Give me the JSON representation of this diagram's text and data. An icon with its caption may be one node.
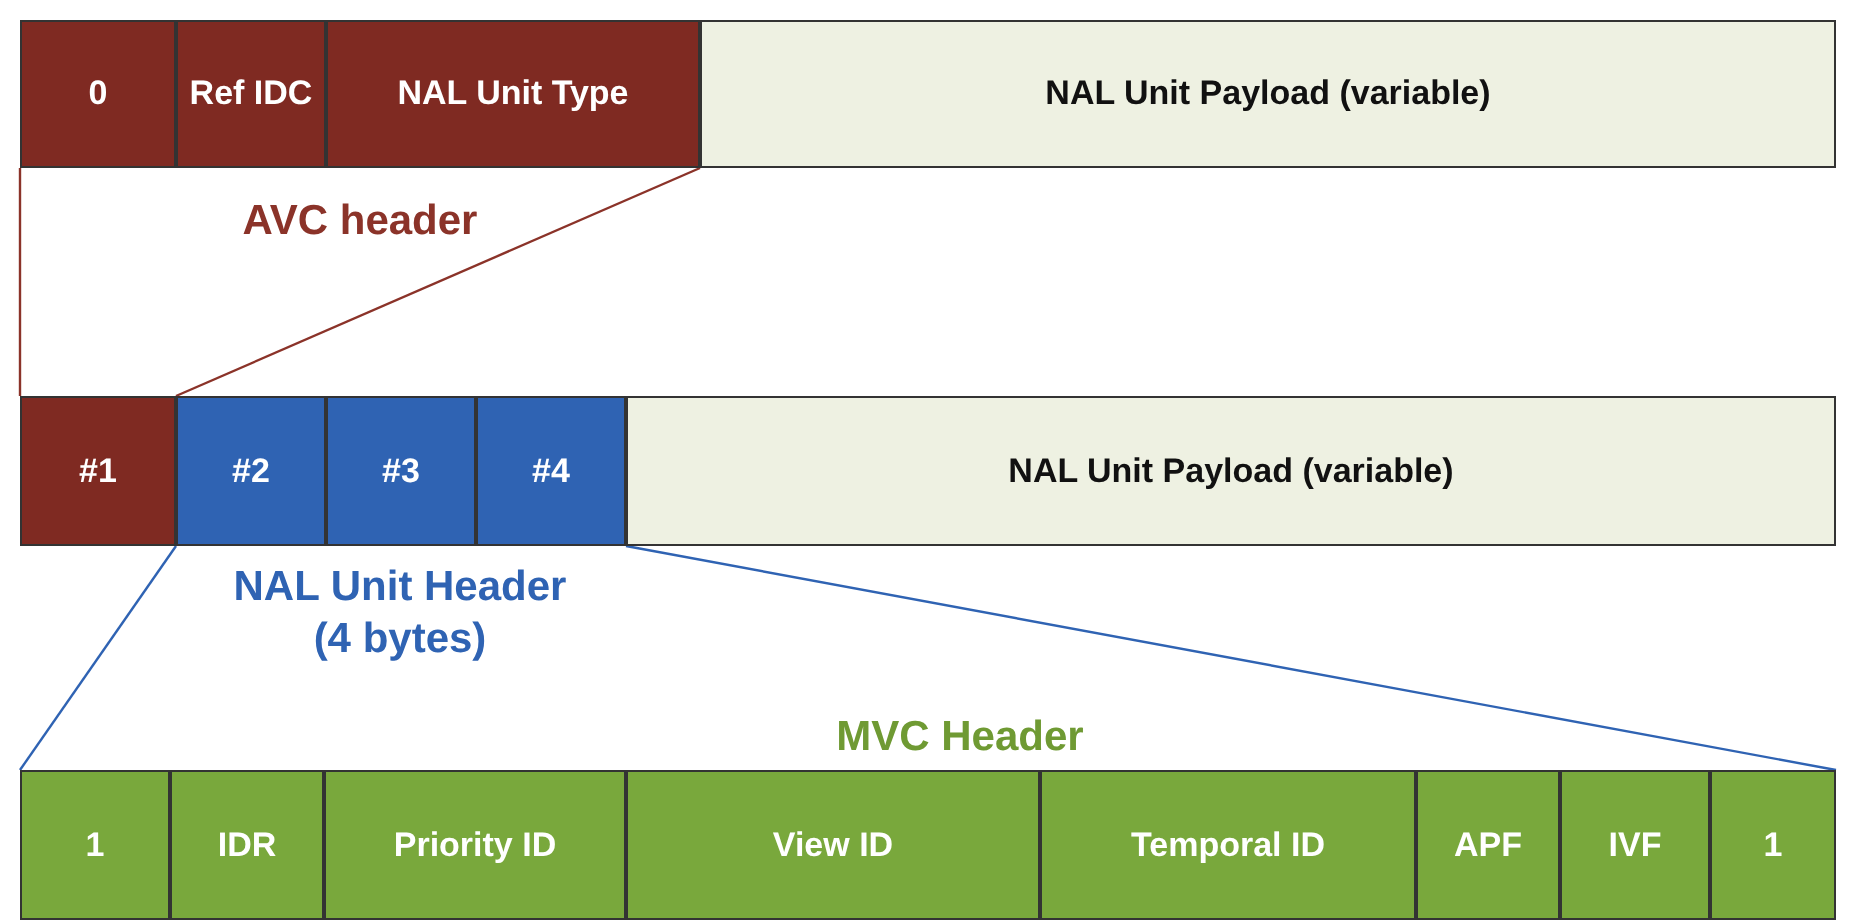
{
  "diagram": {
    "nodes": [
      {
        "text": [
          "0"
        ]
      },
      {
        "text": [
          "Ref IDC"
        ]
      },
      {
        "text": [
          "NAL Unit Type"
        ]
      },
      {
        "text": [
          "NAL Unit Payload (variable)"
        ]
      },
      {
        "text": [
          "#1"
        ]
      },
      {
        "text": [
          "#2"
        ]
      },
      {
        "text": [
          "#3"
        ]
      },
      {
        "text": [
          "#4"
        ]
      },
      {
        "text": [
          "NAL Unit Payload (variable)"
        ]
      },
      {
        "text": [
          "1"
        ]
      },
      {
        "text": [
          "IDR"
        ]
      },
      {
        "text": [
          "Priority ID"
        ]
      },
      {
        "text": [
          "View ID"
        ]
      },
      {
        "text": [
          "Temporal ID"
        ]
      },
      {
        "text": [
          "APF"
        ]
      },
      {
        "text": [
          "IVF"
        ]
      },
      {
        "text": [
          "1"
        ]
      }
    ],
    "edges": [
      {
        "from": 0,
        "to": 4,
        "arrow": "none",
        "color": "#8b3329"
      },
      {
        "from": 2,
        "to": 5,
        "arrow": "none",
        "color": "#8b3329"
      },
      {
        "from": 5,
        "to": 9,
        "arrow": "none",
        "color": "#2f63b3"
      },
      {
        "from": 7,
        "to": 16,
        "arrow": "none",
        "color": "#2f63b3"
      }
    ],
    "labels": [
      "AVC header",
      "NAL Unit Header (4 bytes)",
      "MVC Header"
    ]
  }
}
